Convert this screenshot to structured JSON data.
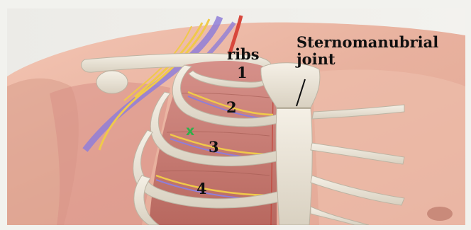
{
  "labels": {
    "ribs": "ribs",
    "joint_line1": "Sternomanubrial",
    "joint_line2": "joint",
    "rib1": "1",
    "rib2": "2",
    "rib3": "3",
    "rib4": "4"
  },
  "marker": {
    "symbol": "x",
    "color": "#2fb04a"
  },
  "colors": {
    "skin": "#eab7a4",
    "skin_shadow": "#c98f7e",
    "bone": "#ece6d8",
    "lung": "#c47a72",
    "vein": "#8f7ed8",
    "nerve": "#f0c94a"
  },
  "icons": {
    "marker": "green-x-mark-icon"
  }
}
